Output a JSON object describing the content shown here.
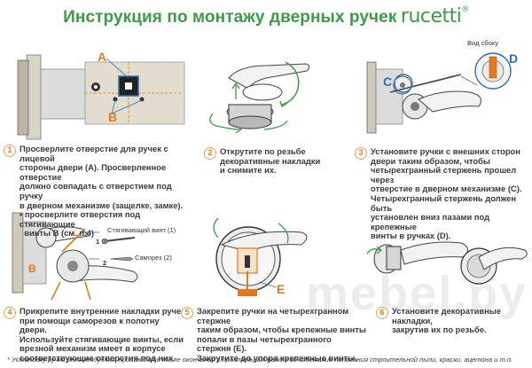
{
  "header": {
    "title": "Инструкция по монтажу дверных ручек",
    "brand": "rucetti",
    "brand_mark": "®"
  },
  "steps": [
    {
      "num": "1",
      "lines": [
        "Просверлите отверстие для ручек с лицевой",
        "стороны двери (A). Просверленное отверстие",
        "должно совпадать с отверстием под ручку",
        "в дверном механизме (защелке, замке).",
        "• просверлите отверстия под стягивающие",
        "  винты B (см. п.4)"
      ]
    },
    {
      "num": "2",
      "lines": [
        "Открутите по резьбе",
        "декоративные накладки",
        "и снимите их."
      ]
    },
    {
      "num": "3",
      "lines": [
        "Установите ручки с внешних сторон",
        "двери таким образом, чтобы",
        "четырехгранный стержень прошел через",
        "отверстие в дверном механизме (C).",
        "Четырехгранный стержень должен быть",
        "установлен вниз пазами под крепежные",
        "винты в ручках (D)."
      ]
    },
    {
      "num": "4",
      "lines": [
        "Прикрепите внутренние накладки ручек",
        "при помощи саморезов к полотну двери.",
        "Используйте стягивающие винты, если",
        "врезной механизм имеет в корпусе",
        "соответствующие отверстия под них."
      ]
    },
    {
      "num": "5",
      "lines": [
        "Закрепите ручки на четырехгранном стержне",
        "таким образом, чтобы крепежные винты",
        "попали в пазы четырехгранного стержня (E).",
        "Закрутите до упора крепежные винты."
      ]
    },
    {
      "num": "6",
      "lines": [
        "Установите декоративные накладки,",
        "закрутив их по резьбе."
      ]
    }
  ],
  "labels": {
    "a": "A",
    "b": "B",
    "c": "C",
    "d": "D",
    "e": "E",
    "vid_sboku": "Вид сбоку",
    "stjag_vint": "Стягивающий винт (1)",
    "samorez": "Саморез (2)",
    "one": "1",
    "two": "2"
  },
  "footnote": "* Установку ручки рекомендуется производить после окончания строительных работ во избежание попадания строительной пыли, краски, ацетона и т.п.",
  "watermark": "mebel.by",
  "colors": {
    "title_green": "#3c9a47",
    "accent_orange": "#e07a1a",
    "accent_blue": "#2d6fb5"
  }
}
